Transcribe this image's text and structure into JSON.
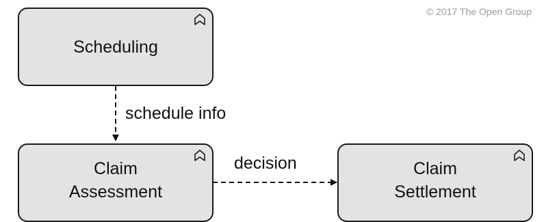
{
  "copyright": "© 2017 The Open Group",
  "nodes": {
    "scheduling": {
      "label": "Scheduling"
    },
    "claim_assessment": {
      "line1": "Claim",
      "line2": "Assessment"
    },
    "claim_settlement": {
      "line1": "Claim",
      "line2": "Settlement"
    }
  },
  "edges": {
    "schedule_info": {
      "label": "schedule info"
    },
    "decision": {
      "label": "decision"
    }
  },
  "icons": {
    "node_type": "business-function-icon"
  },
  "colors": {
    "node_fill": "#e3e3e3",
    "node_border": "#1a1a1a",
    "text": "#111111",
    "copyright": "#9a9a9a"
  }
}
